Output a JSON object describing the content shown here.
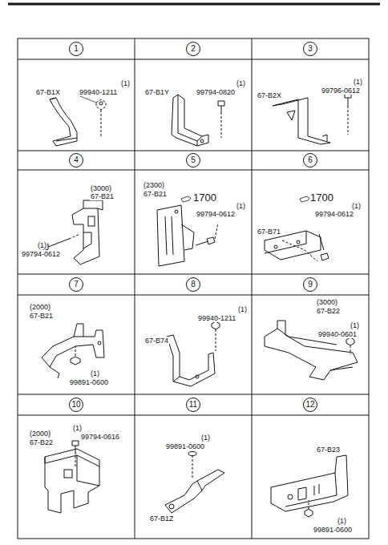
{
  "diagram": {
    "nodes": [
      {
        "text": [
          "1"
        ]
      },
      {
        "text": [
          "2"
        ]
      },
      {
        "text": [
          "3"
        ]
      },
      {
        "text": [
          "4"
        ]
      },
      {
        "text": [
          "5"
        ]
      },
      {
        "text": [
          "6"
        ]
      },
      {
        "text": [
          "7"
        ]
      },
      {
        "text": [
          "8"
        ]
      },
      {
        "text": [
          "9"
        ]
      },
      {
        "text": [
          "10"
        ]
      },
      {
        "text": [
          "11"
        ]
      },
      {
        "text": [
          "12"
        ]
      }
    ],
    "labels": [
      "67-B1X",
      "99940-1211",
      "(1)",
      "67-B1Y",
      "99794-0820",
      "(1)",
      "67-B2X",
      "99796-0612",
      "(1)",
      "(3000)",
      "67-B21",
      "99794-0612",
      "(1)",
      "(2300)",
      "67-B21",
      "1700",
      "99794-0612",
      "(1)",
      "67-B71",
      "1700",
      "(1)",
      "99794-0612",
      "(2000)",
      "67-B21",
      "99891-0600",
      "(1)",
      "67-B74",
      "99940-1211",
      "(1)",
      "(3000)",
      "67-B22",
      "99940-0601",
      "(1)",
      "(2000)",
      "67-B22",
      "99794-0616",
      "(1)",
      "99891-0600",
      "(1)",
      "67-B1Z",
      "67-B23",
      "99891-0600",
      "(1)"
    ]
  }
}
